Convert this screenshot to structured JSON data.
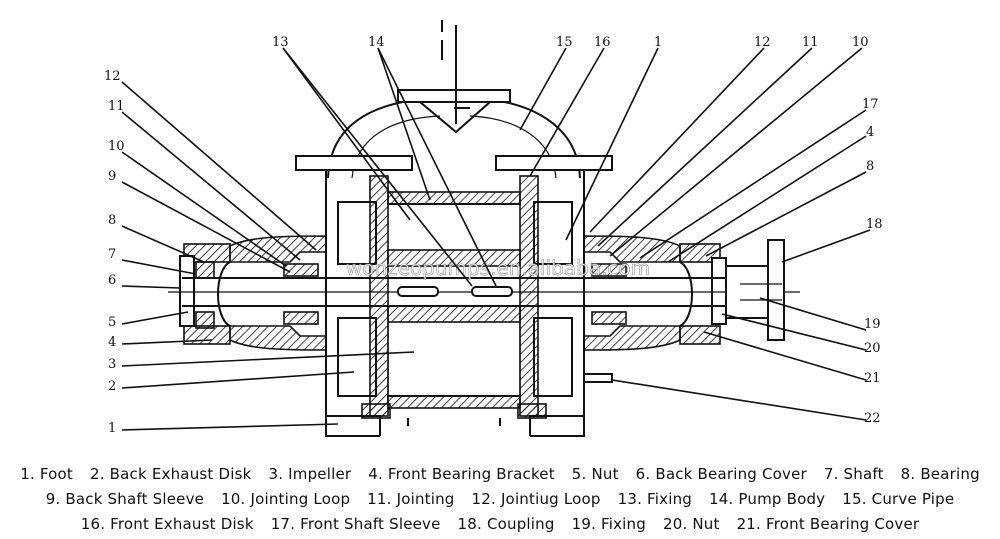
{
  "diagram": {
    "watermark": "wonzeopumps.en.alibaba.com",
    "callouts": {
      "c13": "13",
      "c14": "14",
      "c15": "15",
      "c16": "16",
      "c1top": "1",
      "c12r": "12",
      "c11r": "11",
      "c10r": "10",
      "c17": "17",
      "c4r": "4",
      "c8r": "8",
      "c18": "18",
      "c12l": "12",
      "c11l": "11",
      "c10l": "10",
      "c9": "9",
      "c8l": "8",
      "c7": "7",
      "c6": "6",
      "c5": "5",
      "c4l": "4",
      "c3": "3",
      "c2": "2",
      "c1l": "1",
      "c19": "19",
      "c20": "20",
      "c21": "21",
      "c22": "22"
    }
  },
  "legend": {
    "line1": [
      "1. Foot",
      "2. Back Exhaust Disk",
      "3. Impeller",
      "4. Front Bearing Bracket",
      "5. Nut",
      "6. Back Bearing Cover",
      "7. Shaft",
      "8. Bearing"
    ],
    "line2": [
      "9. Back Shaft Sleeve",
      "10. Jointing Loop",
      "11. Jointing",
      "12. Jointiug Loop",
      "13. Fixing",
      "14. Pump Body",
      "15. Curve Pipe"
    ],
    "line3": [
      "16. Front Exhaust Disk",
      "17. Front Shaft Sleeve",
      "18. Coupling",
      "19. Fixing",
      "20. Nut",
      "21. Front Bearing Cover"
    ]
  }
}
